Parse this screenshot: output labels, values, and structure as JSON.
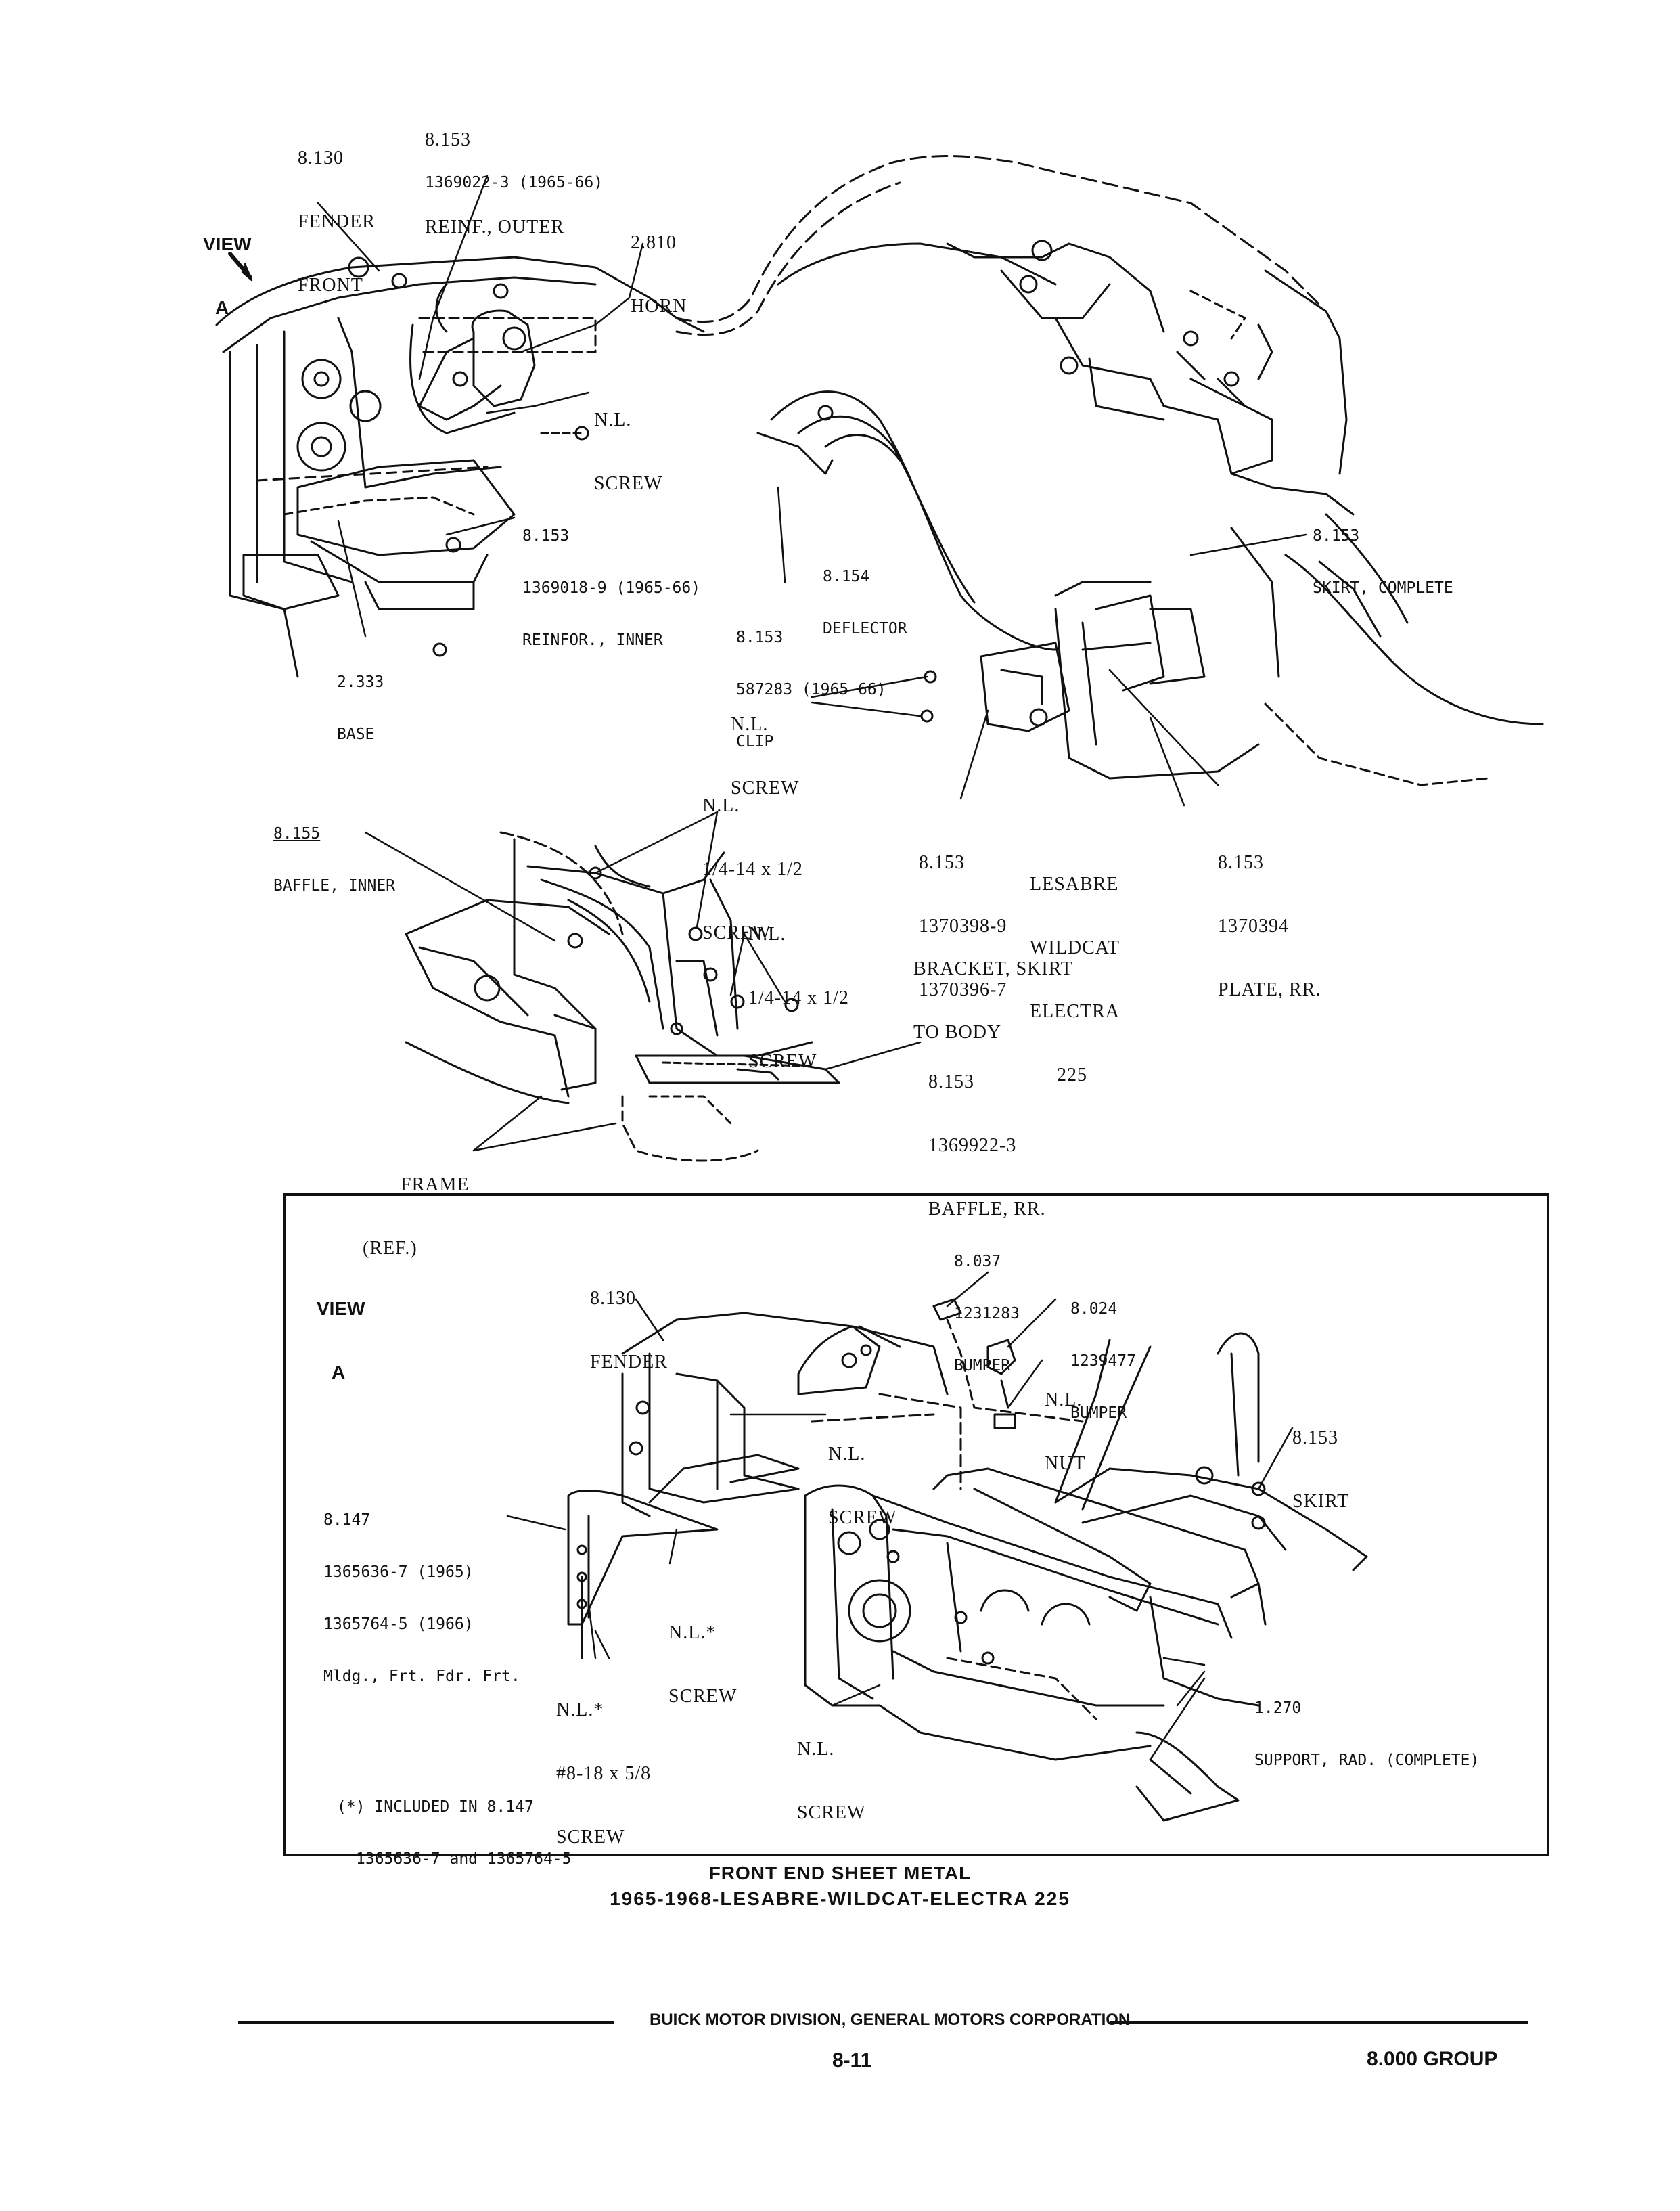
{
  "upper_view": {
    "view_a_label": [
      "VIEW",
      "A"
    ],
    "callouts": {
      "fender_front": [
        "8.130",
        "FENDER",
        "FRONT"
      ],
      "reinf_outer": [
        "8.153",
        "1369022-3 (1965-66)",
        "REINF., OUTER"
      ],
      "horn": [
        "2.810",
        "HORN"
      ],
      "nl_screw_upper": [
        "N.L.",
        "SCREW"
      ],
      "reinf_inner": [
        "8.153",
        "1369018-9 (1965-66)",
        "REINFOR., INNER"
      ],
      "base": [
        "2.333",
        "BASE"
      ],
      "deflector": [
        "8.154",
        "DEFLECTOR"
      ],
      "clip": [
        "8.153",
        "587283 (1965-66)",
        "CLIP"
      ],
      "skirt_complete": [
        "8.153",
        "SKIRT, COMPLETE"
      ],
      "nl_screw_bracket": [
        "N.L.",
        "SCREW"
      ],
      "bracket_numbers": [
        "8.153",
        "1370398-9",
        "1370396-7"
      ],
      "bracket_models": [
        "LESABRE",
        "WILDCAT",
        "ELECTRA",
        "225"
      ],
      "bracket_name": [
        "BRACKET, SKIRT",
        "TO BODY"
      ],
      "plate_rr": [
        "8.153",
        "1370394",
        "PLATE, RR."
      ]
    }
  },
  "middle_view": {
    "callouts": {
      "baffle_inner": [
        "8.155",
        "BAFFLE, INNER"
      ],
      "nl_screw_a": [
        "N.L.",
        "1/4-14 x 1/2",
        "SCREW"
      ],
      "nl_screw_b": [
        "N.L.",
        "1/4-14 x 1/2",
        "SCREW"
      ],
      "baffle_rr": [
        "8.153",
        "1369922-3",
        "BAFFLE, RR."
      ],
      "frame_ref": [
        "FRAME",
        "(REF.)"
      ]
    }
  },
  "inset_view": {
    "view_a_label": [
      "VIEW",
      "A"
    ],
    "callouts": {
      "fender": [
        "8.130",
        "FENDER"
      ],
      "bumper_037": [
        "8.037",
        "1231283",
        "BUMPER"
      ],
      "bumper_024": [
        "8.024",
        "1239477",
        "BUMPER"
      ],
      "nl_nut": [
        "N.L.",
        "NUT"
      ],
      "skirt": [
        "8.153",
        "SKIRT"
      ],
      "nl_screw_fender": [
        "N.L.",
        "SCREW"
      ],
      "molding": [
        "8.147",
        "1365636-7 (1965)",
        "1365764-5 (1966)",
        "Mldg., Frt. Fdr. Frt."
      ],
      "nl_screw_star": [
        "N.L.*",
        "SCREW"
      ],
      "nl_screw_8_18": [
        "N.L.*",
        "#8-18 x 5/8",
        "SCREW"
      ],
      "nl_screw_lower": [
        "N.L.",
        "SCREW"
      ],
      "support_rad": [
        "1.270",
        "SUPPORT, RAD. (COMPLETE)"
      ],
      "footnote": [
        "(*) INCLUDED IN 8.147",
        "1365636-7 and 1365764-5"
      ]
    }
  },
  "caption": {
    "title": "FRONT END SHEET METAL",
    "subtitle": "1965-1968-LESABRE-WILDCAT-ELECTRA 225"
  },
  "footer": {
    "division": "BUICK MOTOR DIVISION, GENERAL MOTORS CORPORATION",
    "page_number": "8-11",
    "group": "8.000 GROUP"
  }
}
